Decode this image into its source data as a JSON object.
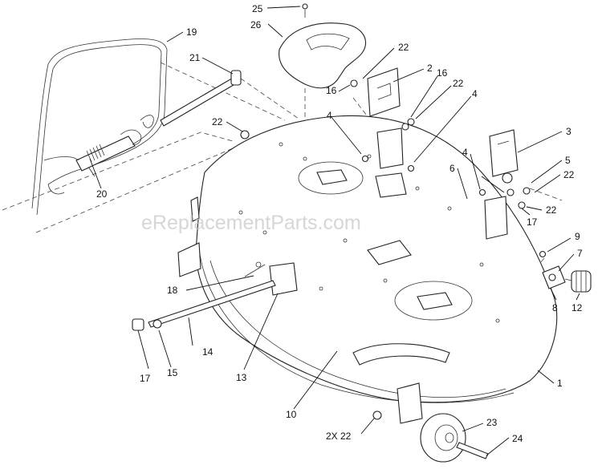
{
  "watermark": "eReplacementParts.com",
  "labels": [
    "1",
    "2",
    "3",
    "4",
    "4",
    "4",
    "5",
    "6",
    "7",
    "8",
    "9",
    "10",
    "12",
    "13",
    "14",
    "15",
    "16",
    "16",
    "17",
    "18",
    "19",
    "20",
    "21",
    "22",
    "22",
    "22",
    "22",
    "22",
    "22",
    "2X 22",
    "23",
    "24",
    "25",
    "26"
  ]
}
